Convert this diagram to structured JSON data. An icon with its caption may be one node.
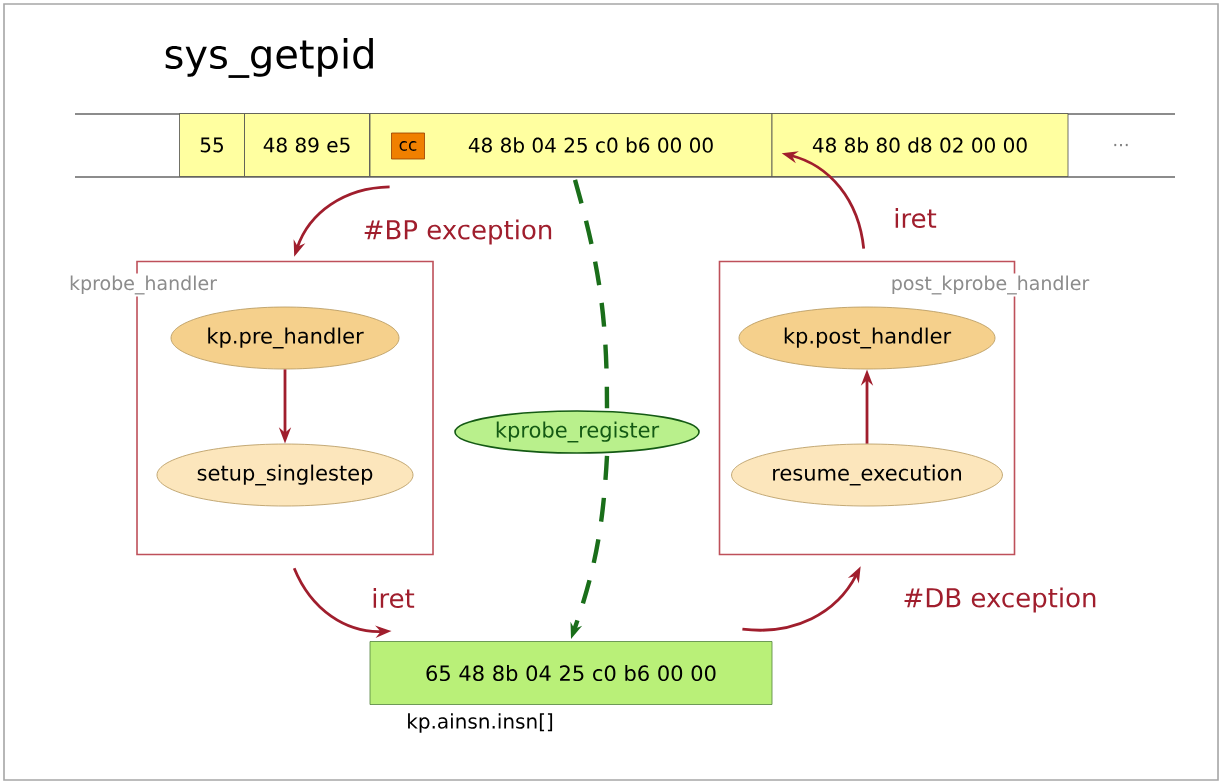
{
  "diagram": {
    "title": "sys_getpid",
    "nodes": [
      {
        "text": [
          "55"
        ]
      },
      {
        "text": [
          "48 89 e5"
        ]
      },
      {
        "text": [
          "48 8b 04 25 c0 b6 00 00"
        ]
      },
      {
        "text": [
          "cc"
        ],
        "in": 2
      },
      {
        "text": [
          "48 8b 80 d8 02 00 00"
        ]
      },
      {
        "text": [
          "..."
        ]
      },
      {
        "text": [
          "kprobe_handler"
        ]
      },
      {
        "text": [
          "kp.pre_handler"
        ],
        "in": 6
      },
      {
        "text": [
          "setup_singlestep"
        ],
        "in": 6
      },
      {
        "text": [
          "kprobe_register"
        ]
      },
      {
        "text": [
          "post_kprobe_handler"
        ]
      },
      {
        "text": [
          "kp.post_handler"
        ],
        "in": 10
      },
      {
        "text": [
          "resume_execution"
        ],
        "in": 10
      },
      {
        "text": [
          "65 48 8b 04 25 c0 b6 00 00"
        ],
        "beside": [
          "kp.ainsn.insn[]"
        ]
      }
    ],
    "edges": [
      {
        "from": 2,
        "to": 6,
        "arrow": "to",
        "label": "#BP exception"
      },
      {
        "from": 7,
        "to": 8,
        "arrow": "to"
      },
      {
        "from": 6,
        "to": 13,
        "arrow": "to",
        "label": "iret"
      },
      {
        "from": 2,
        "to": 9,
        "arrow": "none",
        "style": "dashed",
        "color": "#1a6e1a"
      },
      {
        "from": 9,
        "to": 13,
        "arrow": "to",
        "style": "dashed",
        "color": "#1a6e1a"
      },
      {
        "from": 13,
        "to": 10,
        "arrow": "to",
        "label": "#DB exception"
      },
      {
        "from": 12,
        "to": 11,
        "arrow": "to"
      },
      {
        "from": 10,
        "to": 4,
        "arrow": "to",
        "label": "iret"
      }
    ]
  }
}
